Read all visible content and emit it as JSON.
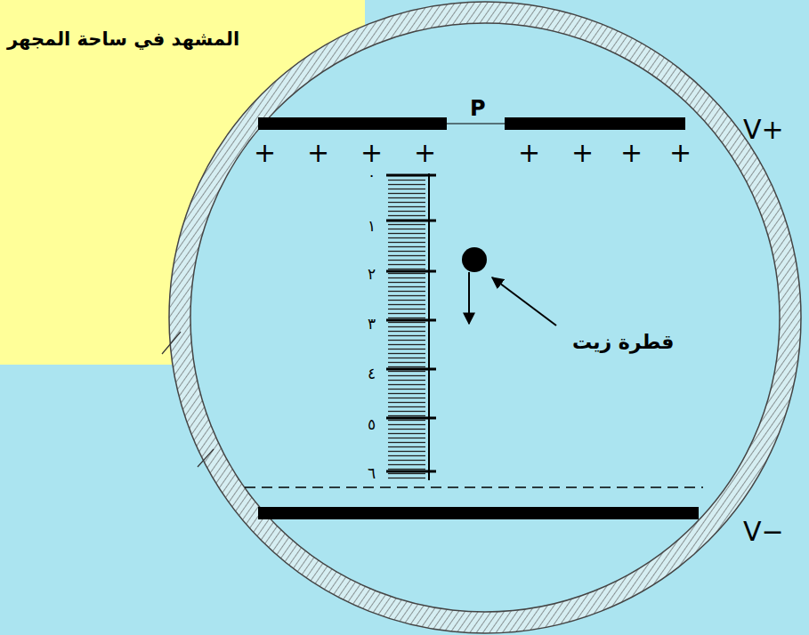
{
  "diagram": {
    "title": "المشهد في ساحة المجهر",
    "labels": [
      "P",
      "V+",
      "V−",
      "قطرة زيت",
      "٠",
      "١",
      "٢",
      "٣",
      "٤",
      "٥",
      "٦",
      "+",
      "+",
      "+",
      "+",
      "+",
      "+",
      "+",
      "+"
    ]
  }
}
